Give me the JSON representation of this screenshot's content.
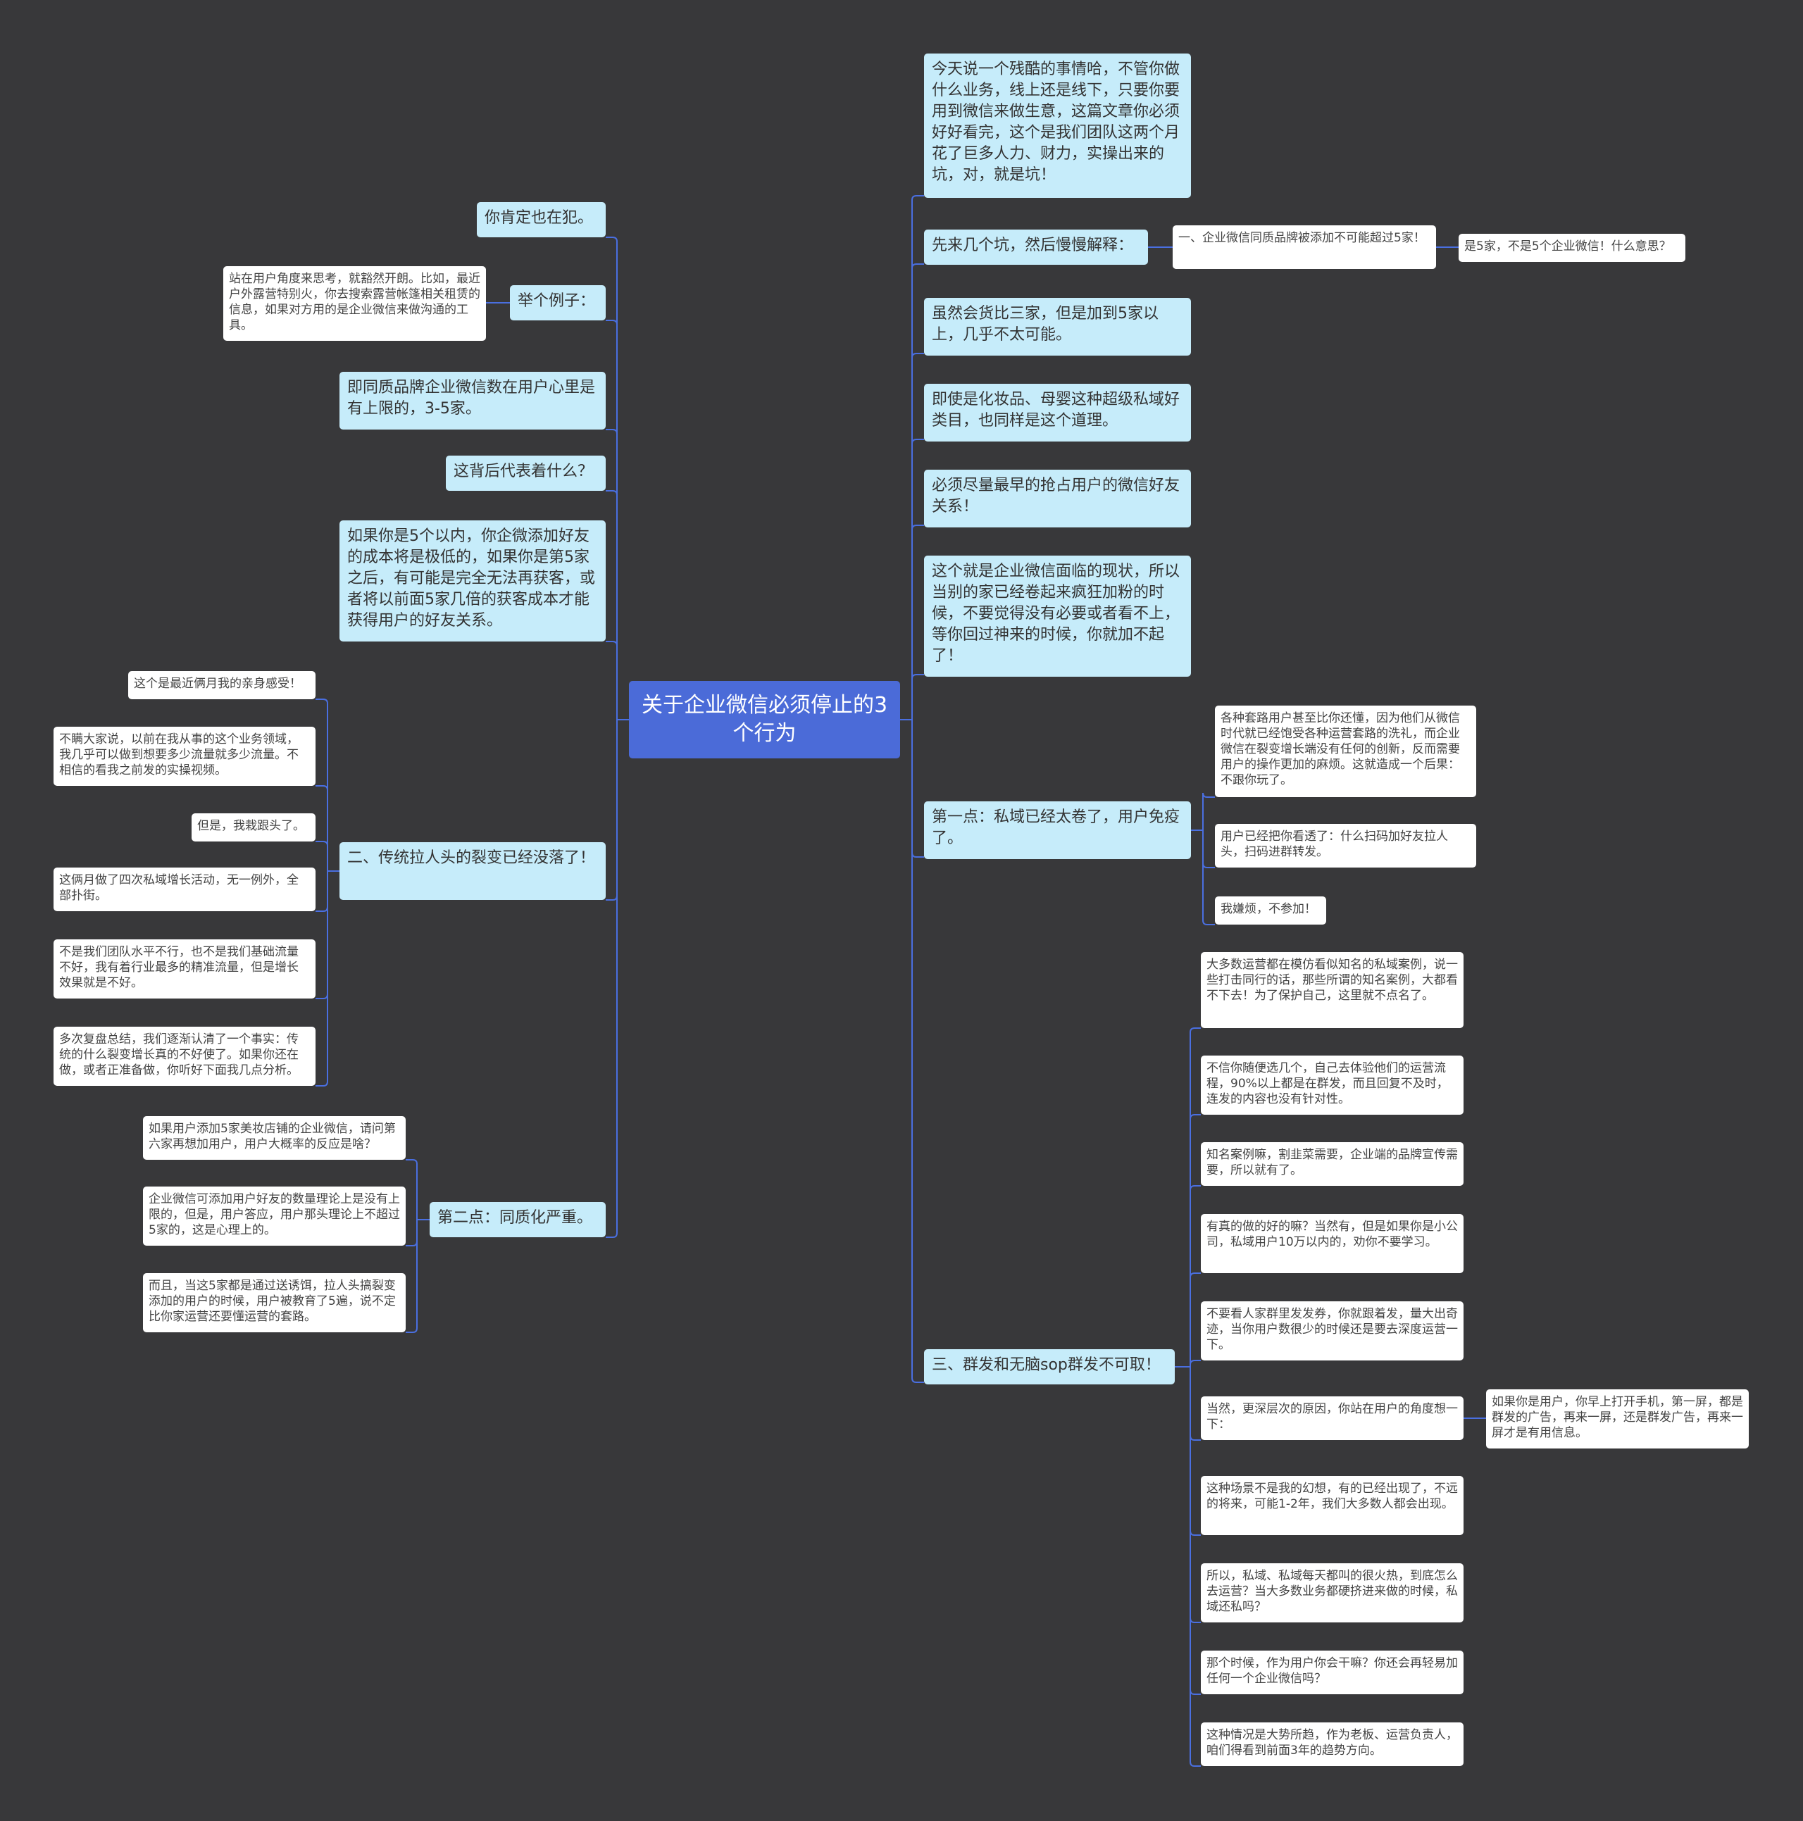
{
  "root": "关于企业微信必须停止的3个行为",
  "right": [
    {
      "text": "今天说一个残酷的事情哈，不管你做什么业务，线上还是线下，只要你要用到微信来做生意，这篇文章你必须好好看完，这个是我们团队这两个月花了巨多人力、财力，实操出来的坑，对，就是坑！"
    },
    {
      "text": "先来几个坑，然后慢慢解释：",
      "children": [
        {
          "text": "一、企业微信同质品牌被添加不可能超过5家！",
          "children": [
            {
              "text": "是5家，不是5个企业微信！什么意思？"
            }
          ]
        }
      ]
    },
    {
      "text": "虽然会货比三家，但是加到5家以上，几乎不太可能。"
    },
    {
      "text": "即使是化妆品、母婴这种超级私域好类目，也同样是这个道理。"
    },
    {
      "text": "必须尽量最早的抢占用户的微信好友关系！"
    },
    {
      "text": "这个就是企业微信面临的现状，所以当别的家已经卷起来疯狂加粉的时候，不要觉得没有必要或者看不上，等你回过神来的时候，你就加不起了！"
    },
    {
      "text": "第一点：私域已经太卷了，用户免疫了。",
      "children": [
        {
          "text": "各种套路用户甚至比你还懂，因为他们从微信时代就已经饱受各种运营套路的洗礼，而企业微信在裂变增长端没有任何的创新，反而需要用户的操作更加的麻烦。这就造成一个后果：不跟你玩了。"
        },
        {
          "text": "用户已经把你看透了：什么扫码加好友拉人头，扫码进群转发。"
        },
        {
          "text": "我嫌烦，不参加！"
        }
      ]
    },
    {
      "text": "三、群发和无脑sop群发不可取！",
      "children": [
        {
          "text": "大多数运营都在模仿看似知名的私域案例，说一些打击同行的话，那些所谓的知名案例，大都看不下去！为了保护自己，这里就不点名了。"
        },
        {
          "text": "不信你随便选几个，自己去体验他们的运营流程，90%以上都是在群发，而且回复不及时，连发的内容也没有针对性。"
        },
        {
          "text": "知名案例嘛，割韭菜需要，企业端的品牌宣传需要，所以就有了。"
        },
        {
          "text": "有真的做的好的嘛？当然有，但是如果你是小公司，私域用户10万以内的，劝你不要学习。"
        },
        {
          "text": "不要看人家群里发发券，你就跟着发，量大出奇迹，当你用户数很少的时候还是要去深度运营一下。"
        },
        {
          "text": "当然，更深层次的原因，你站在用户的角度想一下：",
          "children": [
            {
              "text": "如果你是用户，你早上打开手机，第一屏，都是群发的广告，再来一屏，还是群发广告，再来一屏才是有用信息。"
            }
          ]
        },
        {
          "text": "这种场景不是我的幻想，有的已经出现了，不远的将来，可能1-2年，我们大多数人都会出现。"
        },
        {
          "text": "所以，私域、私域每天都叫的很火热，到底怎么去运营？当大多数业务都硬挤进来做的时候，私域还私吗？"
        },
        {
          "text": "那个时候，作为用户你会干嘛？你还会再轻易加任何一个企业微信吗？"
        },
        {
          "text": "这种情况是大势所趋，作为老板、运营负责人，咱们得看到前面3年的趋势方向。"
        }
      ]
    }
  ],
  "left": [
    {
      "text": "你肯定也在犯。"
    },
    {
      "text": "举个例子：",
      "children": [
        {
          "text": "站在用户角度来思考，就豁然开朗。比如，最近户外露营特别火，你去搜索露营帐篷相关租赁的信息，如果对方用的是企业微信来做沟通的工具。"
        }
      ]
    },
    {
      "text": "即同质品牌企业微信数在用户心里是有上限的，3-5家。"
    },
    {
      "text": "这背后代表着什么？"
    },
    {
      "text": "如果你是5个以内，你企微添加好友的成本将是极低的，如果你是第5家之后，有可能是完全无法再获客，或者将以前面5家几倍的获客成本才能获得用户的好友关系。"
    },
    {
      "text": "二、传统拉人头的裂变已经没落了！",
      "children": [
        {
          "text": "这个是最近俩月我的亲身感受！"
        },
        {
          "text": "不瞒大家说，以前在我从事的这个业务领域，我几乎可以做到想要多少流量就多少流量。不相信的看我之前发的实操视频。"
        },
        {
          "text": "但是，我栽跟头了。"
        },
        {
          "text": "这俩月做了四次私域增长活动，无一例外，全部扑街。"
        },
        {
          "text": "不是我们团队水平不行，也不是我们基础流量不好，我有着行业最多的精准流量，但是增长效果就是不好。"
        },
        {
          "text": "多次复盘总结，我们逐渐认清了一个事实：传统的什么裂变增长真的不好使了。如果你还在做，或者正准备做，你听好下面我几点分析。"
        }
      ]
    },
    {
      "text": "第二点：同质化严重。",
      "children": [
        {
          "text": "如果用户添加5家美妆店铺的企业微信，请问第六家再想加用户，用户大概率的反应是啥？"
        },
        {
          "text": "企业微信可添加用户好友的数量理论上是没有上限的，但是，用户答应，用户那头理论上不超过5家的，这是心理上的。"
        },
        {
          "text": "而且，当这5家都是通过送诱饵，拉人头搞裂变添加的用户的时候，用户被教育了5遍，说不定比你家运营还要懂运营的套路。"
        }
      ]
    }
  ]
}
